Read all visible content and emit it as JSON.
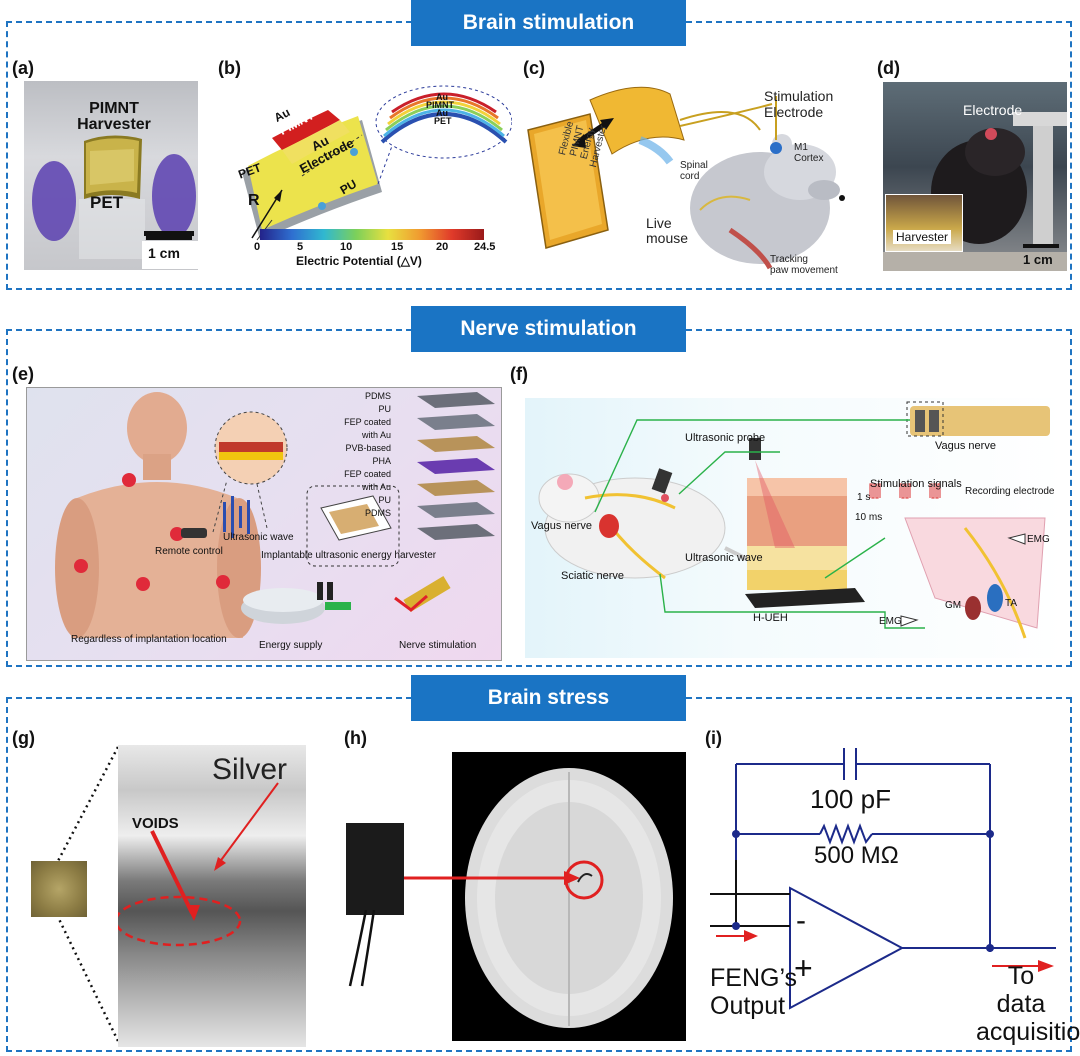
{
  "sections": {
    "brain_stimulation": "Brain stimulation",
    "nerve_stimulation": "Nerve stimulation",
    "brain_stress": "Brain stress"
  },
  "panel_labels": {
    "a": "(a)",
    "b": "(b)",
    "c": "(c)",
    "d": "(d)",
    "e": "(e)",
    "f": "(f)",
    "g": "(g)",
    "h": "(h)",
    "i": "(i)"
  },
  "panel_a": {
    "harvester_line1": "PIMNT",
    "harvester_line2": "Harvester",
    "substrate": "PET",
    "scale": "1 cm"
  },
  "panel_b": {
    "layer_au_top": "Au",
    "layer_pimnt": "PIMNT",
    "layer_au_electrode_1": "Au",
    "layer_au_electrode_2": "Electrode",
    "pet": "PET",
    "pu": "PU",
    "radius": "R",
    "inset_au1": "Au",
    "inset_pimnt": "PIMNT",
    "inset_au2": "Au",
    "inset_pet": "PET",
    "colorbar_ticks": [
      "0",
      "5",
      "10",
      "15",
      "20",
      "24.5"
    ],
    "colorbar_label": "Electric Potential (△V)"
  },
  "panel_c": {
    "stim_line1": "Stimulation",
    "stim_line2": "Electrode",
    "m1_line1": "M1",
    "m1_line2": "Cortex",
    "spinal_line1": "Spinal",
    "spinal_line2": "cord",
    "device_line1": "Flexible",
    "device_line2": "PIMNT",
    "device_line3": "Energy",
    "device_line4": "Harvester",
    "mouse_line1": "Live",
    "mouse_line2": "mouse",
    "paw_line1": "Tracking",
    "paw_line2": "paw movement"
  },
  "panel_d": {
    "electrode": "Electrode",
    "harvester": "Harvester",
    "scale": "1 cm"
  },
  "panel_e": {
    "layers": [
      "PDMS",
      "PU",
      "FEP coated with Au",
      "PVB-based PHA",
      "FEP coated with Au",
      "PU",
      "PDMS"
    ],
    "remote": "Remote control",
    "wave": "Ultrasonic wave",
    "implant": "Implantable ultrasonic energy harvester",
    "location": "Regardless of implantation location",
    "energy": "Energy supply",
    "nerve": "Nerve stimulation"
  },
  "panel_f": {
    "probe": "Ultrasonic probe",
    "vagus_left": "Vagus nerve",
    "vagus_right": "Vagus nerve",
    "stim_signals": "Stimulation signals",
    "t1": "1 s",
    "t2": "10 ms",
    "recording": "Recording electrode",
    "wave": "Ultrasonic wave",
    "sciatic": "Sciatic nerve",
    "hueh": "H-UEH",
    "emg1": "EMG",
    "emg2": "EMG",
    "gm": "GM",
    "ta": "TA"
  },
  "panel_g": {
    "silver": "Silver",
    "voids": "VOIDS"
  },
  "panel_i": {
    "capacitor": "100 pF",
    "resistor": "500 MΩ",
    "minus": "-",
    "plus": "+",
    "in_line1": "FENG’s",
    "in_line2": "Output",
    "out_line1": "To",
    "out_line2": "data",
    "out_line3": "acquisition"
  }
}
